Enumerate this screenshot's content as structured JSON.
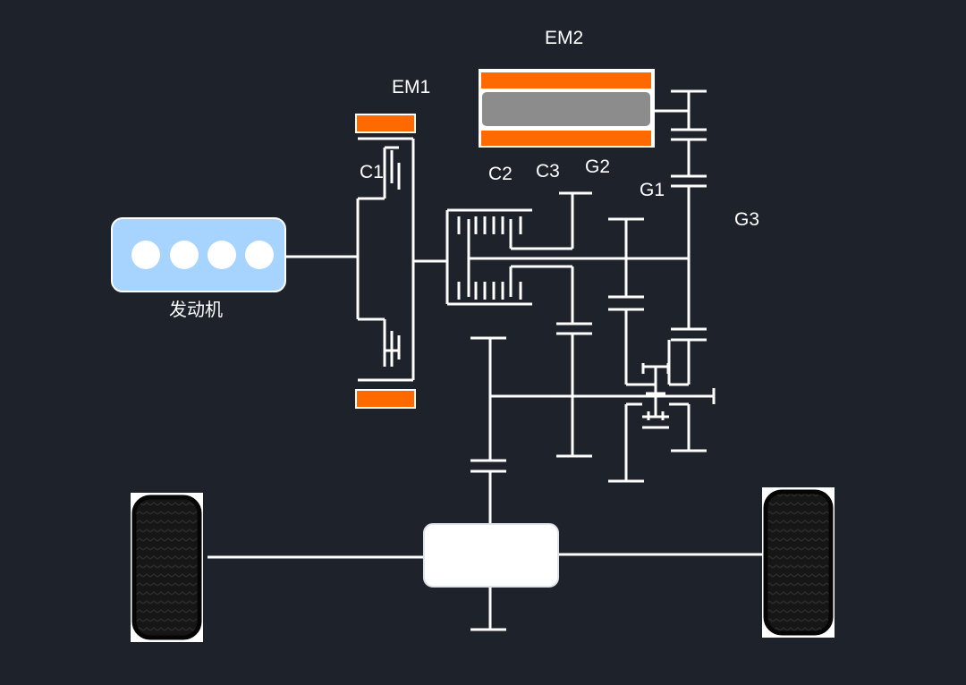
{
  "diagram": {
    "labels": {
      "em2": "EM2",
      "em1": "EM1",
      "c1": "C1",
      "c2": "C2",
      "c3": "C3",
      "g2": "G2",
      "g1": "G1",
      "g3": "G3",
      "engine": "发动机"
    },
    "colors": {
      "background": "#1d222b",
      "line": "#ffffff",
      "motor_stator": "#ff6a00",
      "motor_rotor": "#8c8c8c",
      "engine_body": "#a7d3ff",
      "tire": "#151515"
    },
    "icons": {
      "engine": "engine-icon",
      "wheels": "tire-icon",
      "differential": "differential-box"
    }
  }
}
